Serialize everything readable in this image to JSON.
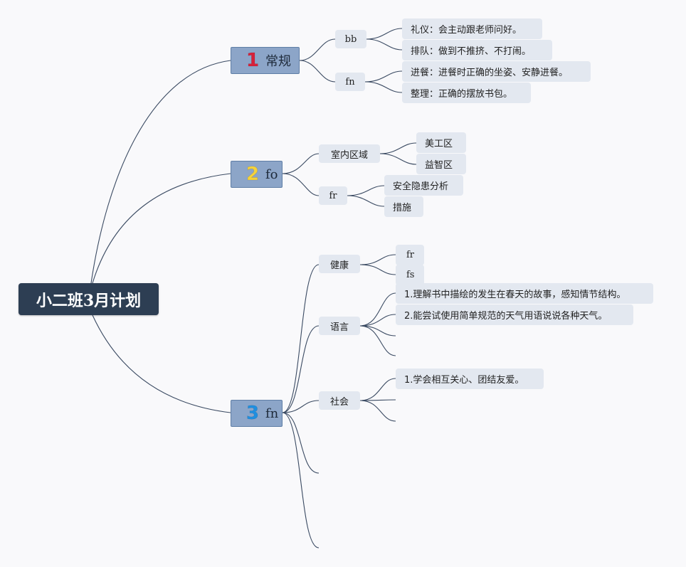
{
  "root": {
    "label": "小二班3月计划"
  },
  "branches": [
    {
      "number": "1",
      "number_color": "#d6213a",
      "label": "常规",
      "children": [
        {
          "label": "bb",
          "leaves": [
            "礼仪：会主动跟老师问好。",
            "排队：做到不推挤、不打闹。"
          ]
        },
        {
          "label": "fn",
          "leaves": [
            "进餐：进餐时正确的坐姿、安静进餐。",
            "整理：正确的摆放书包。"
          ]
        }
      ]
    },
    {
      "number": "2",
      "number_color": "#f5d23a",
      "label": "fo",
      "children": [
        {
          "label": "室内区域",
          "leaves": [
            "美工区",
            "益智区"
          ]
        },
        {
          "label": "fr",
          "leaves": [
            "安全隐患分析",
            "措施"
          ]
        }
      ]
    },
    {
      "number": "3",
      "number_color": "#1f8fe0",
      "label": "fn",
      "children": [
        {
          "label": "健康",
          "leaves": [
            "fr",
            "fs"
          ]
        },
        {
          "label": "语言",
          "leaves": [
            "1.理解书中描绘的发生在春天的故事，感知情节结构。",
            "2.能尝试使用简单规范的天气用语说说各种天气。"
          ]
        },
        {
          "label": "社会",
          "leaves": [
            "1.学会相互关心、团结友爱。"
          ]
        }
      ]
    }
  ]
}
